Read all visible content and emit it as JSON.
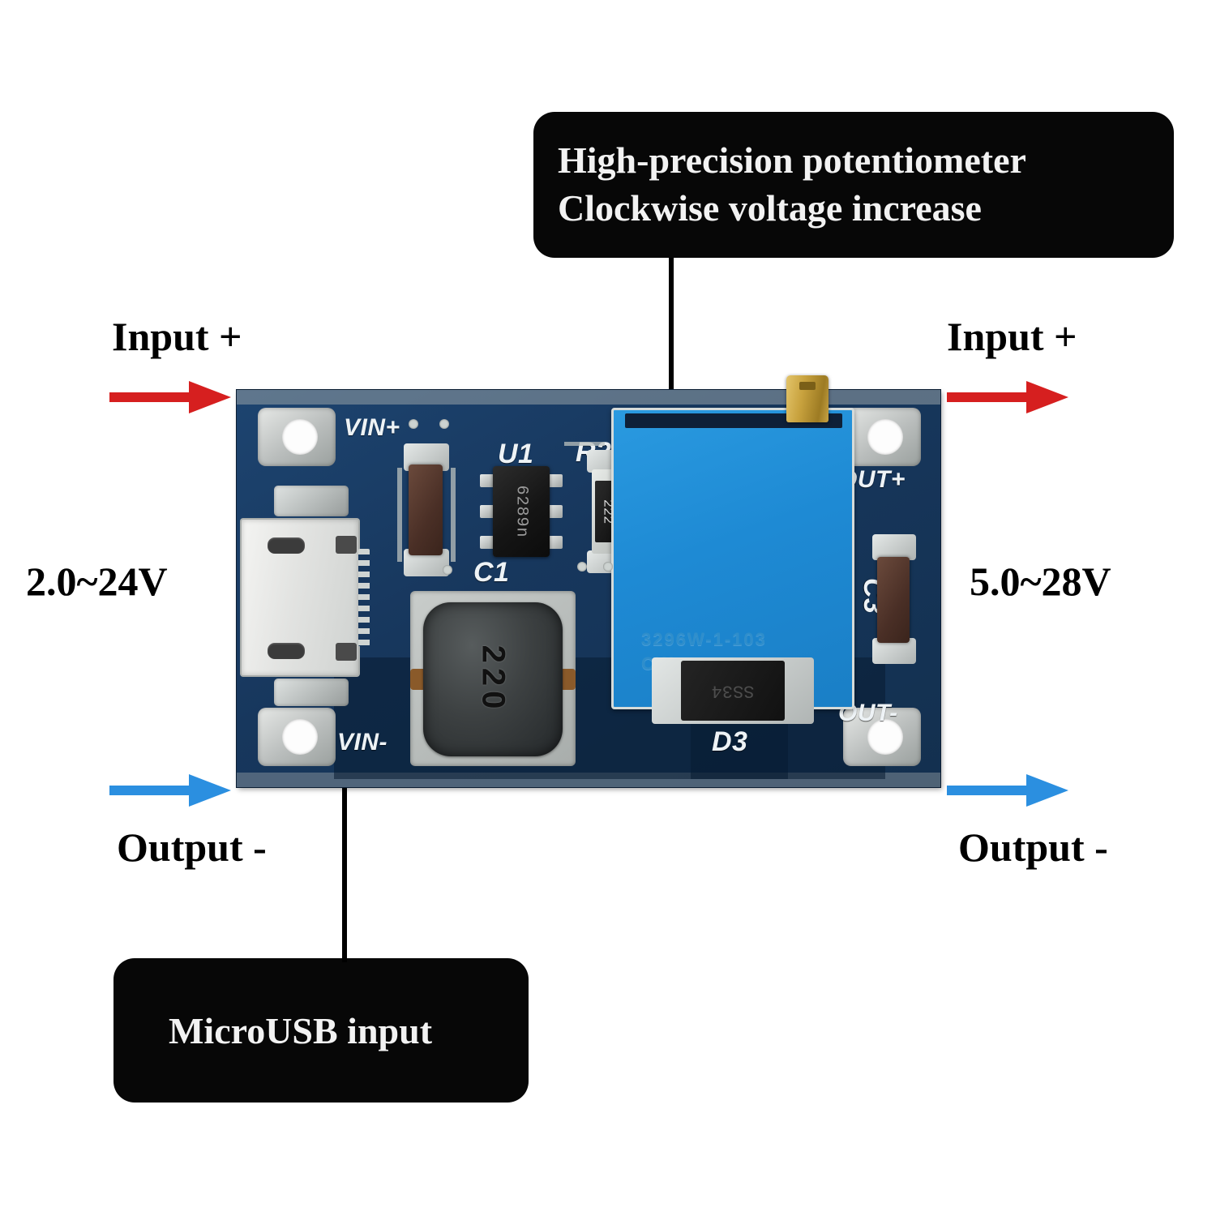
{
  "annotations": {
    "input_left_label": "Input +",
    "input_right_label": "Input +",
    "voltage_in": "2.0~24V",
    "voltage_out": "5.0~28V",
    "output_left_label": "Output -",
    "output_right_label": "Output -",
    "callout_potentiometer_line1": "High-precision potentiometer",
    "callout_potentiometer_line2": "Clockwise voltage increase",
    "callout_usb": "MicroUSB input"
  },
  "board": {
    "silkscreen": {
      "vin_plus": "VIN+",
      "vin_minus": "VIN-",
      "out_plus": "OUT+",
      "out_minus": "OUT-",
      "u1": "U1",
      "r2": "R2",
      "c1": "C1",
      "c3": "C3",
      "d3": "D3"
    },
    "components": {
      "ic_marking": "6289n",
      "resistor_marking": "222",
      "inductor_marking": "220",
      "diode_marking": "SS34",
      "pot_text_line1": "3296W-1-103",
      "pot_text_line2": "CW"
    }
  },
  "colors": {
    "arrow_input": "#d61f1f",
    "arrow_output": "#2b8fe0",
    "callout_bg": "#070707",
    "callout_text": "#f2f2f2",
    "pcb": "#17375d",
    "potentiometer": "#1e8ad4",
    "marker_dot": "#ef1d1d"
  }
}
